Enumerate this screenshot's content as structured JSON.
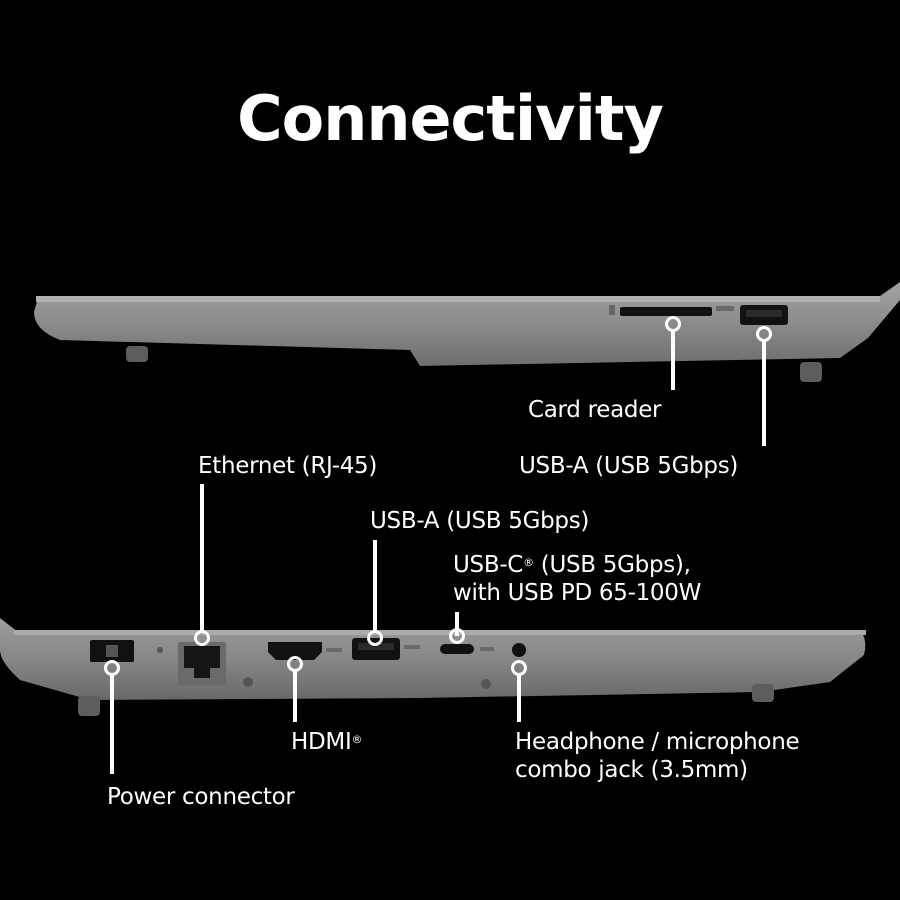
{
  "title": "Connectivity",
  "colors": {
    "background": "#000000",
    "chassis": "#8d8d8f",
    "text": "#ffffff"
  },
  "right_side": {
    "card_reader": "Card reader",
    "usb_a": "USB-A (USB 5Gbps)"
  },
  "left_side": {
    "ethernet": "Ethernet (RJ-45)",
    "usb_a": "USB-A (USB 5Gbps)",
    "usb_c_line1": "USB-C",
    "usb_c_reg": "®",
    "usb_c_line1_rest": " (USB 5Gbps),",
    "usb_c_line2": "with USB PD 65-100W",
    "hdmi": "HDMI",
    "hdmi_reg": "®",
    "headphone_line1": "Headphone / microphone",
    "headphone_line2": "combo jack (3.5mm)",
    "power": "Power connector"
  }
}
